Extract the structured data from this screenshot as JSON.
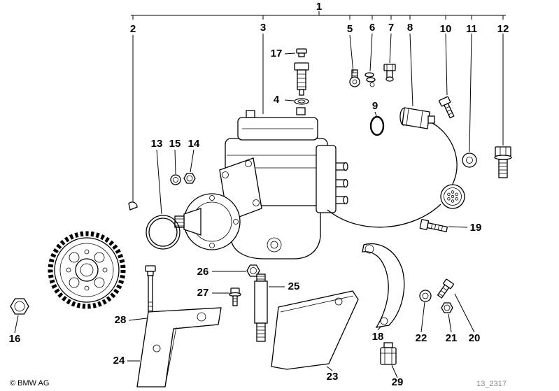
{
  "meta": {
    "copyright": "© BMW AG",
    "diagram_id": "13_2317"
  },
  "callouts": {
    "c1": "1",
    "c2": "2",
    "c3": "3",
    "c4": "4",
    "c5": "5",
    "c6": "6",
    "c7": "7",
    "c8": "8",
    "c9": "9",
    "c10": "10",
    "c11": "11",
    "c12": "12",
    "c13": "13",
    "c14": "14",
    "c15": "15",
    "c16": "16",
    "c17": "17",
    "c18": "18",
    "c19": "19",
    "c20": "20",
    "c21": "21",
    "c22": "22",
    "c23": "23",
    "c24": "24",
    "c25": "25",
    "c26": "26",
    "c27": "27",
    "c28": "28",
    "c29": "29"
  }
}
